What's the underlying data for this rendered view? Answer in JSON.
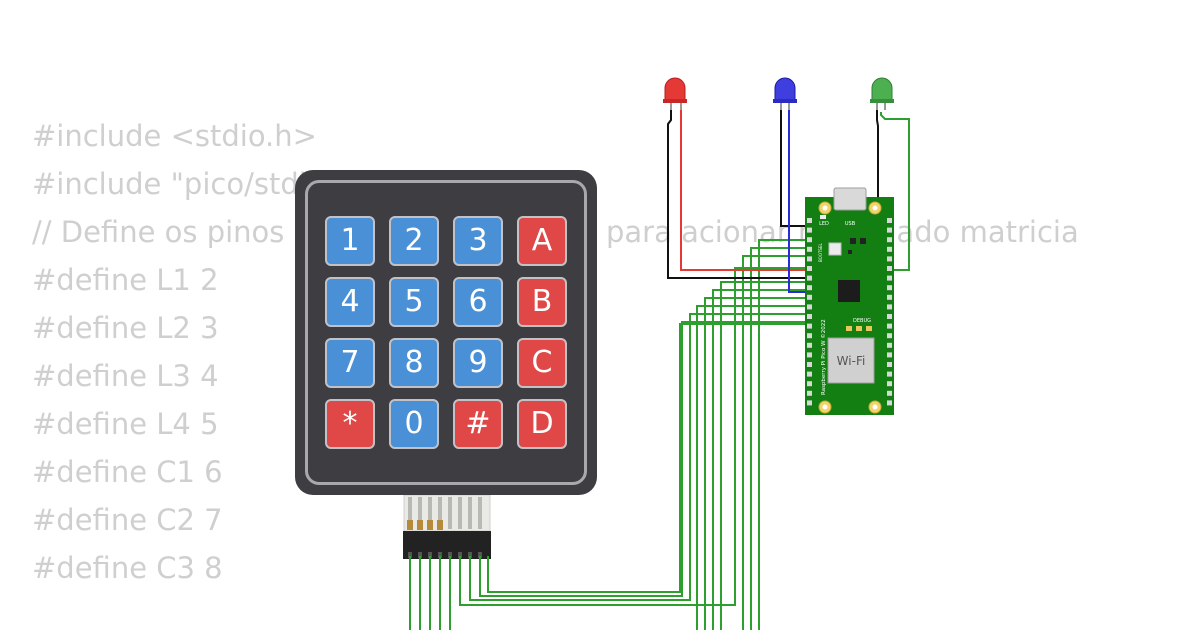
{
  "code_lines": [
    "#include <stdio.h>",
    "#include \"pico/stdlib.h\"",
    "",
    "// Define os pinos das linhas, colunas e para acionar no teclado matricia",
    "#define L1 2",
    "#define L2 3",
    "#define L3 4",
    "#define L4 5",
    "#define C1 6",
    "#define C2 7",
    "#define C3 8"
  ],
  "keypad": {
    "keys": [
      "1",
      "2",
      "3",
      "A",
      "4",
      "5",
      "6",
      "B",
      "7",
      "8",
      "9",
      "C",
      "*",
      "0",
      "#",
      "D"
    ]
  },
  "board": {
    "wifi_label": "Wi-Fi",
    "silkscreen_name": "Raspberry Pi Pico W ©2022",
    "usb_label": "USB",
    "led_label": "LED",
    "debug_label": "DEBUG",
    "bootsel_label": "BOOTSEL"
  },
  "leds": [
    {
      "color_name": "red",
      "color": "#e53935"
    },
    {
      "color_name": "blue",
      "color": "#3f3fe0"
    },
    {
      "color_name": "green",
      "color": "#4caf50"
    }
  ],
  "colors": {
    "wire_keypad": "#2e9e2e",
    "wire_ground": "#111111",
    "board_pcb": "#137f13",
    "code_text": "#cfcfcf",
    "keypad_body": "#3d3d42",
    "key_blue": "#4a90d6",
    "key_red": "#e04848"
  }
}
